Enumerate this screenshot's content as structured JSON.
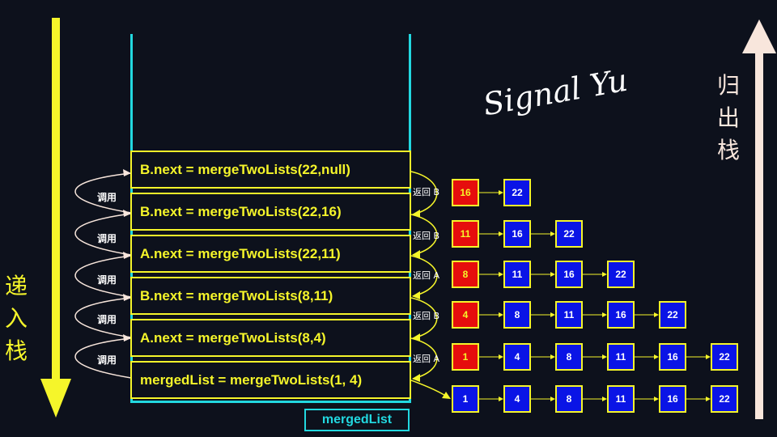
{
  "watermark": "Signal Yu",
  "push_label": [
    "递",
    "入",
    "栈"
  ],
  "pop_label": [
    "归",
    "出",
    "栈"
  ],
  "frames": [
    "B.next = mergeTwoLists(22,null)",
    "B.next = mergeTwoLists(22,16)",
    "A.next = mergeTwoLists(22,11)",
    "B.next = mergeTwoLists(8,11)",
    "A.next = mergeTwoLists(8,4)",
    "mergedList = mergeTwoLists(1, 4)"
  ],
  "call_label": "调用",
  "return_labels": [
    "返回 B",
    "返回 B",
    "返回 A",
    "返回 B",
    "返回 A"
  ],
  "result_label": "mergedList",
  "lists": [
    {
      "head_red": true,
      "values": [
        "16",
        "22"
      ]
    },
    {
      "head_red": true,
      "values": [
        "11",
        "16",
        "22"
      ]
    },
    {
      "head_red": true,
      "values": [
        "8",
        "11",
        "16",
        "22"
      ]
    },
    {
      "head_red": true,
      "values": [
        "4",
        "8",
        "11",
        "16",
        "22"
      ]
    },
    {
      "head_red": true,
      "values": [
        "1",
        "4",
        "8",
        "11",
        "16",
        "22"
      ]
    },
    {
      "head_red": false,
      "values": [
        "1",
        "4",
        "8",
        "11",
        "16",
        "22"
      ]
    }
  ],
  "colors": {
    "background": "#0d111c",
    "frame": "#f5f52a",
    "stack_wall": "#22d8e0",
    "push_arrow": "#f5f52a",
    "pop_arrow": "#f8e6dc",
    "node_blue": "#0a14e6",
    "node_red": "#e60d0d"
  }
}
